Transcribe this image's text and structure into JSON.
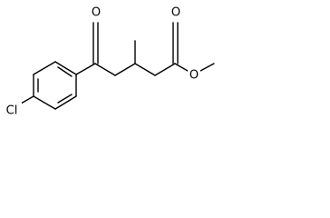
{
  "molecule": {
    "atoms": {
      "chlorine": {
        "label": "Cl"
      },
      "ketone_oxygen": {
        "label": "O"
      },
      "ester_carbonyl_oxygen": {
        "label": "O"
      },
      "ester_ether_oxygen": {
        "label": "O"
      }
    }
  }
}
